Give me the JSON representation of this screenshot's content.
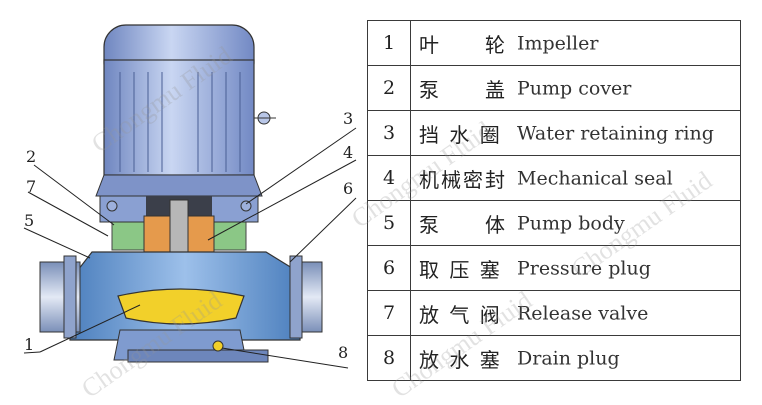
{
  "callouts": [
    "1",
    "2",
    "3",
    "4",
    "5",
    "6",
    "7",
    "8"
  ],
  "parts": [
    {
      "num": "1",
      "cn": "叶　　轮",
      "en": "Impeller"
    },
    {
      "num": "2",
      "cn": "泵　　盖",
      "en": "Pump cover"
    },
    {
      "num": "3",
      "cn": "挡 水 圈",
      "en": "Water retaining ring"
    },
    {
      "num": "4",
      "cn": "机械密封",
      "en": "Mechanical seal"
    },
    {
      "num": "5",
      "cn": "泵　　体",
      "en": "Pump body"
    },
    {
      "num": "6",
      "cn": "取 压 塞",
      "en": "Pressure plug"
    },
    {
      "num": "7",
      "cn": "放 气 阀",
      "en": "Release valve"
    },
    {
      "num": "8",
      "cn": "放 水 塞",
      "en": "Drain plug"
    }
  ],
  "watermark": "Chongmu Fluid",
  "colors": {
    "motor": "#8fa6d6",
    "pump_body": "#5b8fc9",
    "impeller": "#f2d02a",
    "seal": "#e59a4c",
    "green": "#7fc17a",
    "line": "#222222"
  }
}
